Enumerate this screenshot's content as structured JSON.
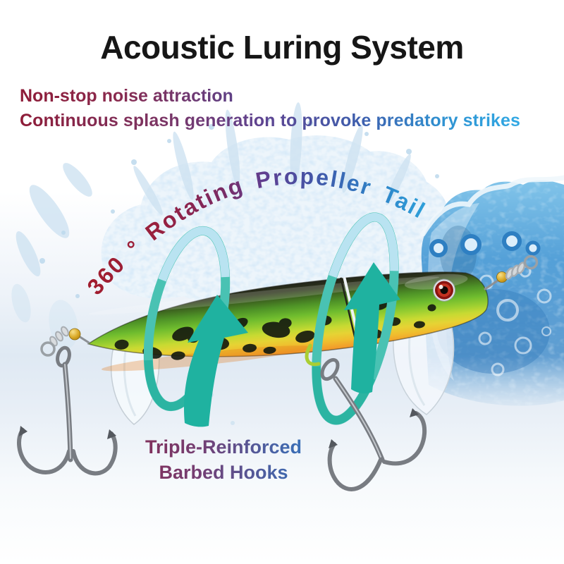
{
  "title": "Acoustic Luring System",
  "subtitle": {
    "line1": "Non-stop noise attraction",
    "line2": "Continuous splash generation to provoke predatory strikes"
  },
  "arc_label": "360 ° Rotating Propeller Tail",
  "hooks_caption": {
    "line1": "Triple-Reinforced",
    "line2": "Barbed Hooks"
  },
  "colors": {
    "title_text": "#161616",
    "gradient_red": "#8e1c38",
    "gradient_purple": "#5f4190",
    "gradient_blue": "#3a6cb4",
    "gradient_light_blue": "#2fa3dd",
    "rotation_ring": "#49c2b3",
    "rotation_ring_highlight": "#b9e3f1",
    "rotation_arrow": "#1fb2a0",
    "water_blue": "#4d9bd4",
    "splash_light": "#ecf4fb",
    "lure_green": "#5fae2c",
    "lure_yellow": "#e8d832",
    "lure_belly_orange": "#f2952a",
    "lure_back_dark": "#23251b",
    "eye_red": "#b22218",
    "hook_metal": "#787c82",
    "swivel_gold": "#d4a21c"
  },
  "illustration": {
    "subject": "Jointed frog-pattern topwater fishing lure with twin treble hooks, clear propeller blades and 360-degree rotation arrows in a water splash"
  }
}
